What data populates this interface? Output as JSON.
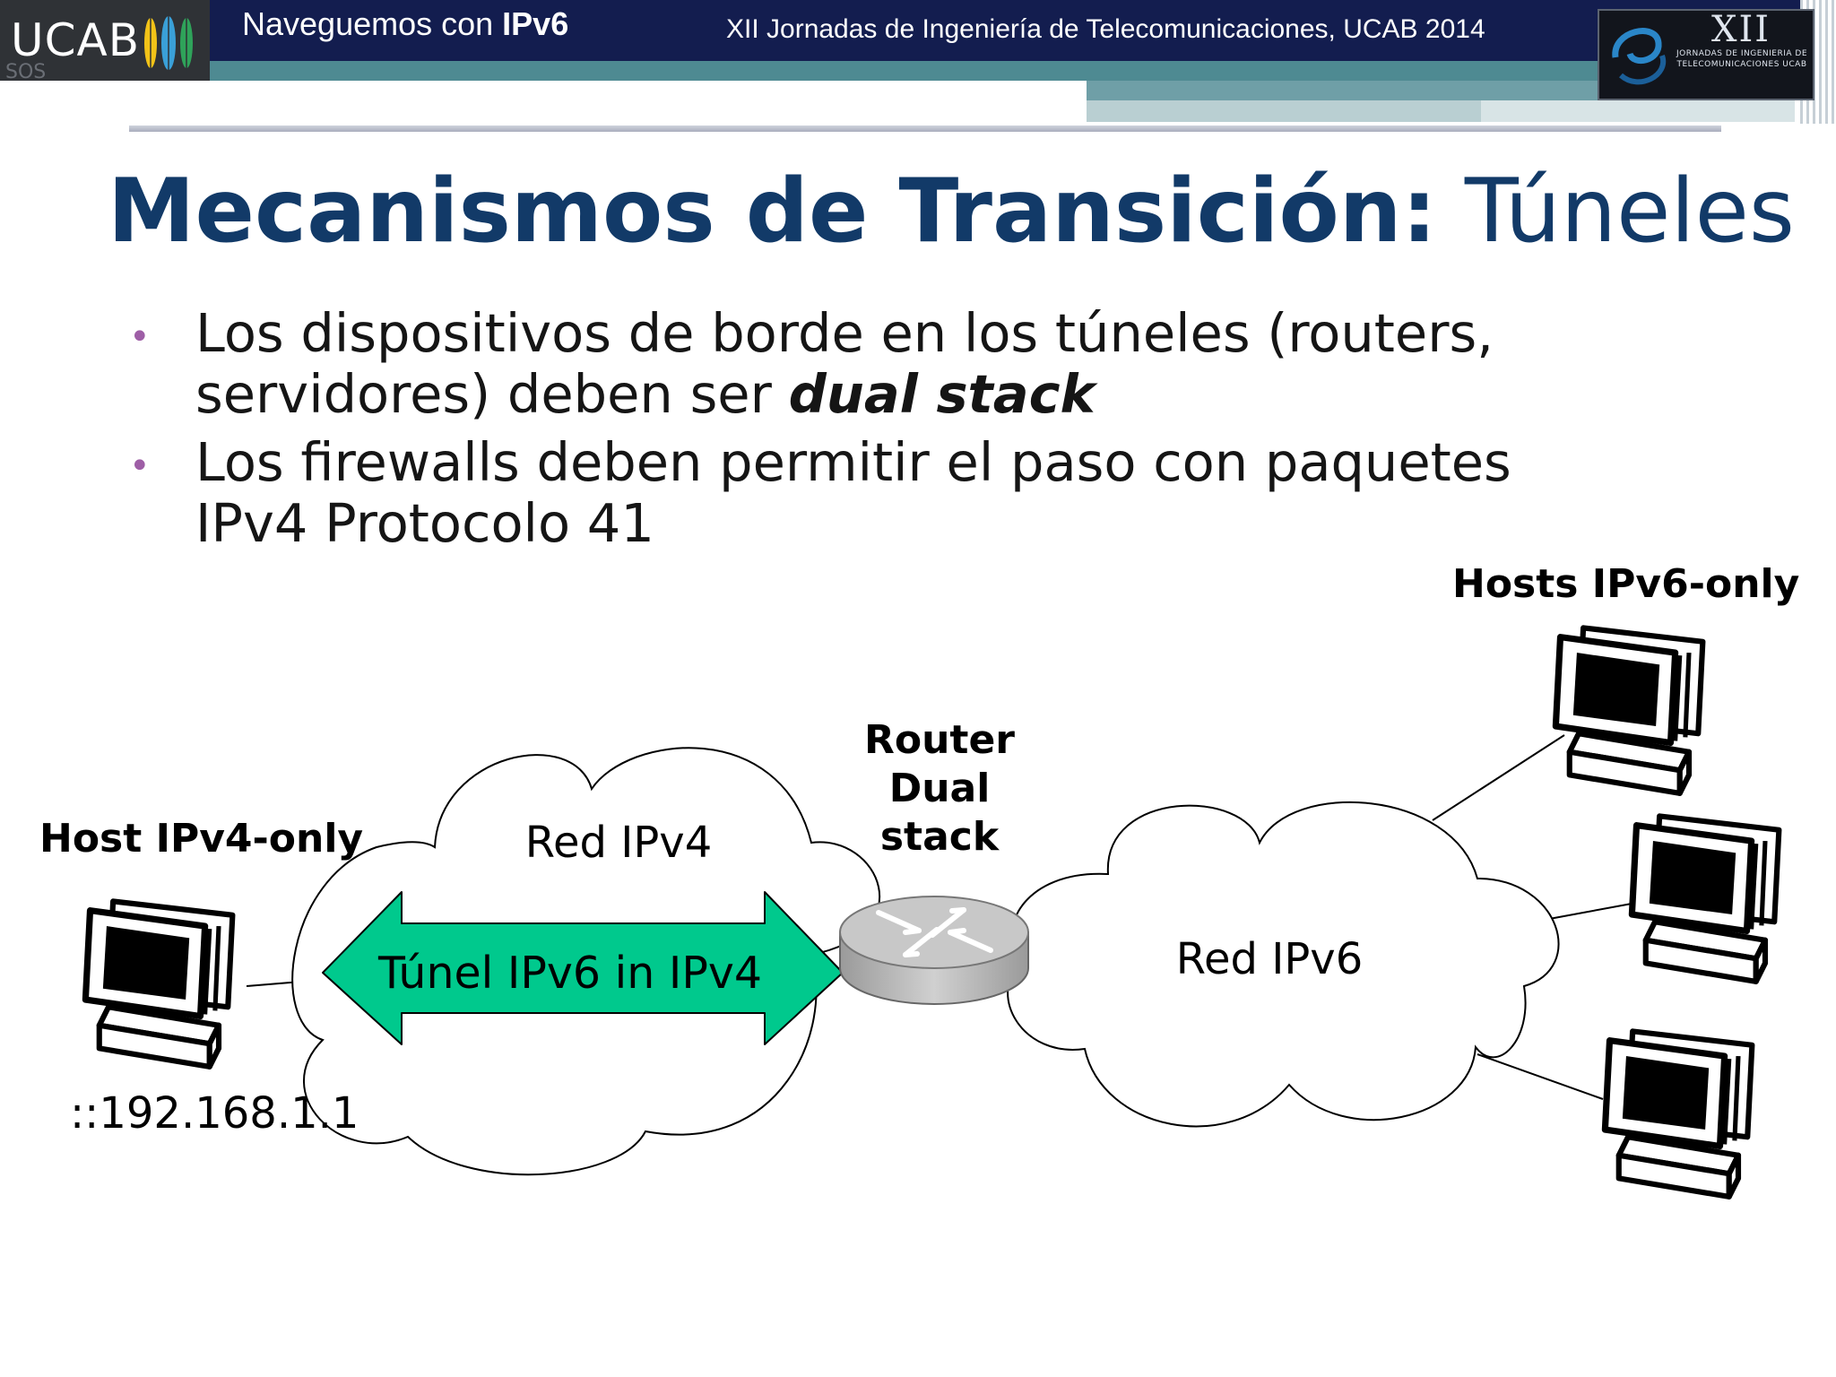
{
  "header": {
    "logo_text": "UCAB",
    "logo_sub": "SOS",
    "course_prefix": "Naveguemos con ",
    "course_bold": "IPv6",
    "event": "XII Jornadas de Ingeniería de Telecomunicaciones, UCAB 2014",
    "event_logo_big": "XII",
    "event_logo_small": "JORNADAS DE INGENIERIA DE TELECOMUNICACIONES UCAB"
  },
  "title": {
    "strong": "Mecanismos de Transición:",
    "rest": " Túneles"
  },
  "bullets": [
    {
      "text_main": "Los dispositivos de borde en los túneles  (routers, servidores) deben ser ",
      "text_emph": "dual stack"
    },
    {
      "text_main": "Los firewalls deben permitir el paso con paquetes IPv4 Protocolo 41"
    }
  ],
  "diagram": {
    "host_ipv4_label": "Host IPv4-only",
    "host_ipv4_address": "::192.168.1.1",
    "cloud_ipv4_label": "Red IPv4",
    "tunnel_label": "Túnel IPv6 in IPv4",
    "router_label_1": "Router",
    "router_label_2": "Dual",
    "router_label_3": "stack",
    "cloud_ipv6_label": "Red IPv6",
    "hosts_ipv6_label": "Hosts IPv6-only"
  },
  "colors": {
    "header_navy": "#131d4f",
    "title_blue": "#123a68",
    "bullet_purple": "#9e5ea6",
    "tunnel_green": "#00c98d",
    "router_gray": "#bdbdbd"
  }
}
